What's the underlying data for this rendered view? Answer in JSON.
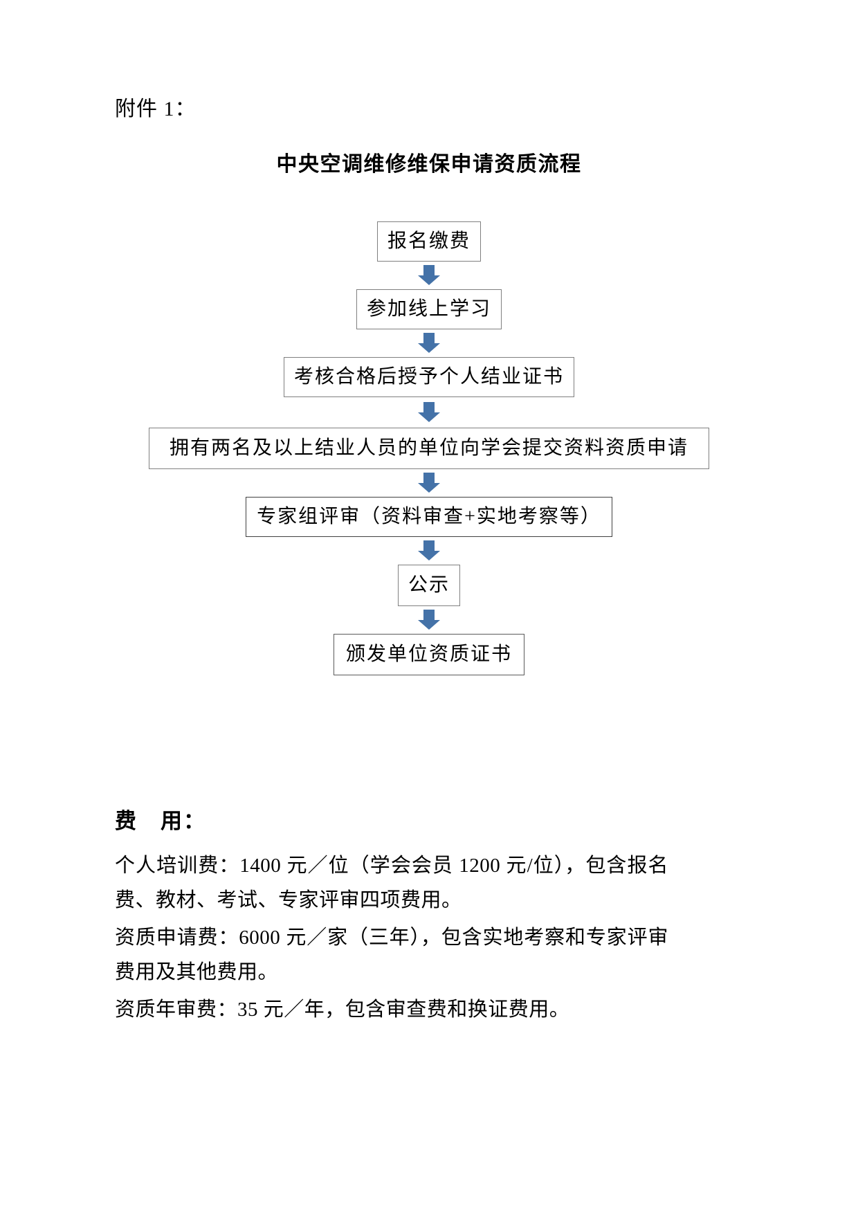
{
  "document": {
    "attachment_label": "附件 1：",
    "title": "中央空调维修维保申请资质流程"
  },
  "flowchart": {
    "arrow_color": "#4472A8",
    "box_border_color": "#7F7F7F",
    "steps": [
      {
        "id": "step-1",
        "label": "报名缴费"
      },
      {
        "id": "step-2",
        "label": "参加线上学习"
      },
      {
        "id": "step-3",
        "label": "考核合格后授予个人结业证书"
      },
      {
        "id": "step-4",
        "label": "拥有两名及以上结业人员的单位向学会提交资料资质申请"
      },
      {
        "id": "step-5",
        "label": "专家组评审（资料审查+实地考察等）"
      },
      {
        "id": "step-6",
        "label": "公示"
      },
      {
        "id": "step-7",
        "label": "颁发单位资质证书"
      }
    ]
  },
  "fees": {
    "heading": "费　用：",
    "paragraphs": [
      "个人培训费：1400 元／位（学会会员 1200 元/位），包含报名费、教材、考试、专家评审四项费用。",
      "资质申请费：6000 元／家（三年），包含实地考察和专家评审费用及其他费用。",
      "资质年审费：35 元／年，包含审查费和换证费用。"
    ]
  }
}
